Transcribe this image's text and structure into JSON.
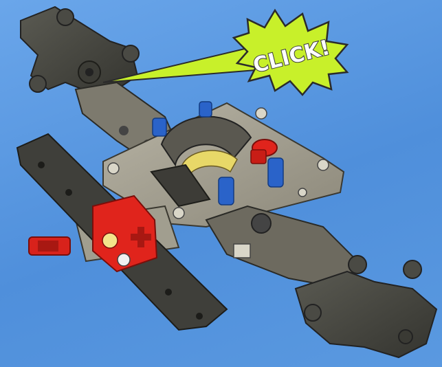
{
  "callout": {
    "text": "CLICK!"
  },
  "colors": {
    "background": "#5b9be2",
    "callout_fill": "#c8f02a",
    "callout_outline": "#2b2b2b",
    "dark_gray_parts": "#4a4a44",
    "light_gray_frame": "#9d9a8c",
    "blue_pins": "#2a63c9",
    "red_parts": "#e0241c",
    "yellow_gear": "#e8d868"
  },
  "parts": [
    "dark-gray-beam",
    "light-gray-frame",
    "turntable-gear",
    "blue-pins",
    "red-catch",
    "red-axle-connector",
    "steering-knuckle-top",
    "steering-knuckle-bottom"
  ]
}
